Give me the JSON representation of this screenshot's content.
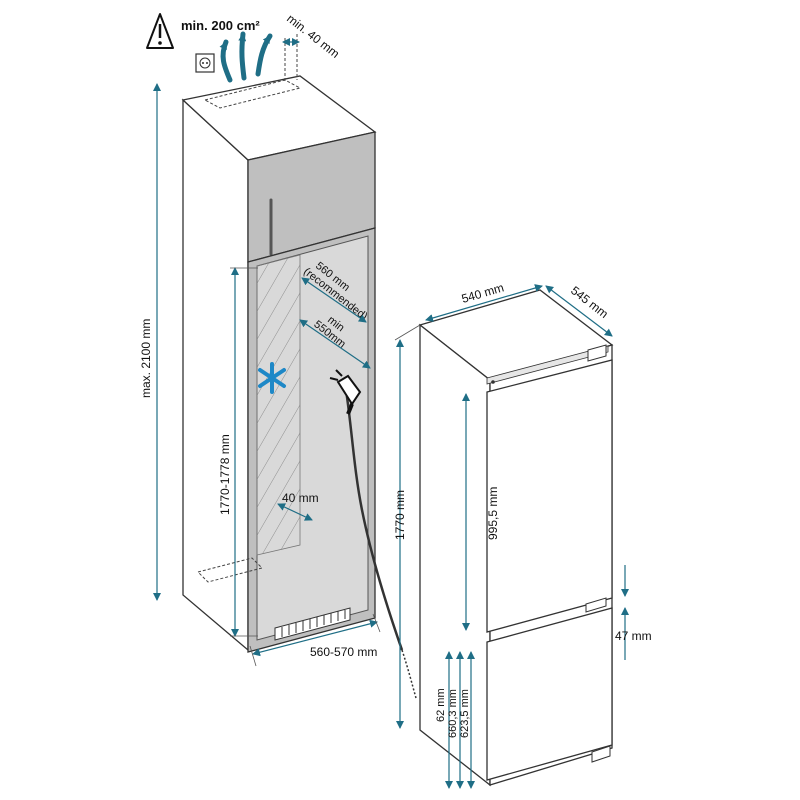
{
  "ventilation": {
    "area": "min. 200 cm²",
    "gap": "min. 40 mm"
  },
  "niche": {
    "max_height": "max. 2100 mm",
    "height": "1770-1778 mm",
    "width": "560-570 mm",
    "depth_recommended_line1": "560 mm",
    "depth_recommended_line2": "(recommended)",
    "depth_min_line1": "min",
    "depth_min_line2": "550mm",
    "rear_gap": "40 mm"
  },
  "appliance": {
    "width": "540 mm",
    "depth": "545 mm",
    "height": "1770 mm",
    "upper_door": "995,5 mm",
    "door_gap": "47 mm",
    "lower_1": "62 mm",
    "lower_2": "660,3 mm",
    "lower_3": "623,5 mm"
  },
  "colors": {
    "arrow": "#1f6e86",
    "outline": "#333333",
    "niche_fill": "#d9d9d9",
    "cabinet_fill": "#bfbfbf",
    "fridge_fill": "#ffffff"
  },
  "icons": [
    "warning-icon",
    "vent-arrows-icon",
    "power-plug-icon",
    "asterisk-icon",
    "socket-icon"
  ]
}
